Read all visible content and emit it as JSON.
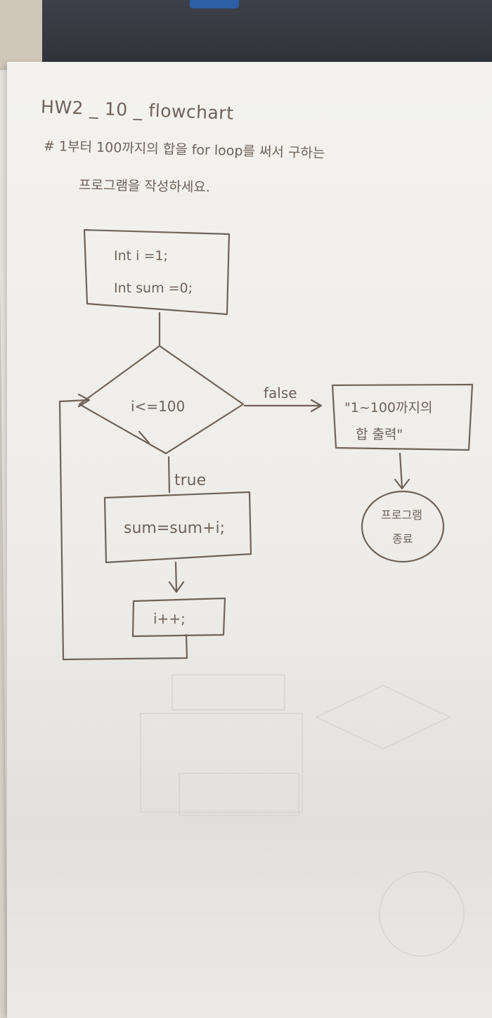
{
  "page": {
    "title": "HW2 _ 10 _ flowchart",
    "question_line1": "# 1부터 100까지의 합을 for loop를 써서 구하는",
    "question_line2": "프로그램을 작성하세요."
  },
  "flowchart": {
    "init_line1": "Int i =1;",
    "init_line2": "Int sum =0;",
    "decision": "i<=100",
    "false_label": "false",
    "true_label": "true",
    "process": "sum=sum+i;",
    "increment": "i++;",
    "output_line1": "\"1~100까지의",
    "output_line2": "합 출력\"",
    "end_line1": "프로그램",
    "end_line2": "종료"
  },
  "colors": {
    "ink": "#6f6258",
    "paper": "#f3f2ef",
    "laptop": "#2f3138"
  }
}
